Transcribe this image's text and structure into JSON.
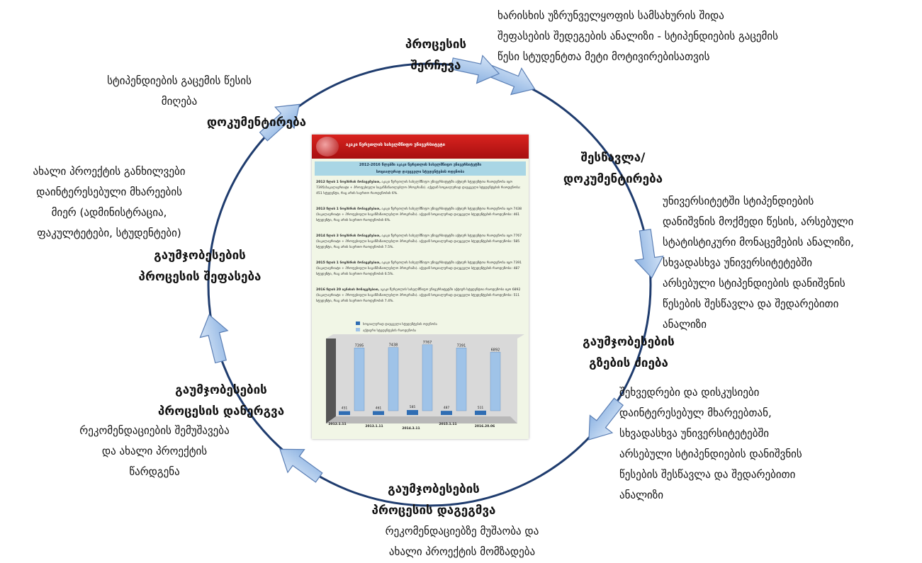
{
  "stages": [
    {
      "id": "selection",
      "lines": [
        "პროცესის",
        "შერჩევა"
      ]
    },
    {
      "id": "study",
      "lines": [
        "შესწავლა/",
        "დოკუმენტირება"
      ]
    },
    {
      "id": "search",
      "lines": [
        "გაუმჯობესების",
        "გზების ძიება"
      ]
    },
    {
      "id": "planning",
      "lines": [
        "გაუმჯობესების",
        "პროცესის დაგეგმვა"
      ]
    },
    {
      "id": "implementation",
      "lines": [
        "გაუმჯობესების",
        "პროცესის დანერგვა"
      ]
    },
    {
      "id": "evaluation",
      "lines": [
        "გაუმჯობესების",
        "პროცესის შეფასება"
      ]
    },
    {
      "id": "documentation",
      "lines": [
        "დოკუმენტირება"
      ]
    }
  ],
  "descriptions": {
    "top_right": [
      "ხარისხის უზრუნველყოფის სამსახურის შიდა",
      "შეფასების შედეგების ანალიზი - სტიპენდიების გაცემის",
      "წესი სტუდენტთა მეტი მოტივირებისათვის"
    ],
    "study": [
      "უნივერსიტეტში სტიპენდიების",
      "დანიშვნის მოქმედი წესის, არსებული",
      "სტატისტიკური მონაცემების ანალიზი,",
      "სხვადასხვა უნივერსიტეტებში",
      "არსებული სტიპენდიების დანიშვნის",
      "წესების შესწავლა და შედარებითი",
      "ანალიზი"
    ],
    "search": [
      "შეხვედრები და დისკუსიები",
      "დაინტერესებულ მხარეებთან,",
      "სხვადასხვა უნივერსიტეტებში",
      "არსებული სტიპენდიების დანიშვნის",
      "წესების შესწავლა და შედარებითი",
      "ანალიზი"
    ],
    "planning": [
      "რეკომენდაციებზე მუშაობა  და",
      "ახალი პროექტის  მომზადება"
    ],
    "implementation": [
      "რეკომენდაციების შემუშავება",
      "და ახალი პროექტის",
      "წარდგენა"
    ],
    "evaluation": [
      "ახალი პროექტის განხილვები",
      "დაინტერესებული მხარეების",
      "მიერ (ადმინისტრაცია,",
      "ფაკულტეტები, სტუდენტები)"
    ],
    "documentation": [
      "სტიპენდიების გაცემის წესის",
      "მიღება"
    ]
  },
  "document": {
    "header": "აკაკი წერეთლის სახელმწიფო უნივერსიტეტი",
    "title": [
      "2012-2016 წლებში აკაკი წერეთლის სახელმწიფო უნივერსიტეტში",
      "სოციალურად დაუცველი სტუდენტების ოდენობა"
    ],
    "paragraphs": [
      {
        "year_label": "2012 წლის 1 ნოემბრის მონაცემებით,",
        "text": "აკაკი წერეთლის სახელმწიფო უნივერსიტეტში აქტიურ სტუდენტთა რაოდენობა იყო 7395(ბაკალავრიატი + პროფესიული საგანმანათლებლო პროგრამა). აქედან სოციალურად დაუცველი სტუდენტების რაოდენობა: 451 სტუდენტი, რაც არის საერთო რაოდენობის 6%."
      },
      {
        "year_label": "2013 წლის 1 ნოემბრის მონაცემებით,",
        "text": "აკაკი წერეთლის სახელმწიფო უნივერსიტეტში აქტიურ სტუდენტთა რაოდენობა იყო 7438 (ბაკალავრიატი + პროფესიული საგანმანათლებლო პროგრამა). აქედან სოციალურად დაუცველი სტუდენტების რაოდენობა: 461 სტუდენტი, რაც არის საერთო რაოდენობის 6%."
      },
      {
        "year_label": "2014 წლის 3 ნოემბრის მონაცემებით,",
        "text": "აკაკი წერეთლის სახელმწიფო უნივერსიტეტში აქტიურ სტუდენტთა რაოდენობა იყო 7767 (ბაკალავრიატი + პროფესიული საგანმანათლებლო პროგრამა). აქედან სოციალურად დაუცველი სტუდენტების რაოდენობა: 585 სტუდენტი, რაც არის საერთო რაოდენობის 7.5%."
      },
      {
        "year_label": "2015 წლის 1 ნოემბრის მონაცემებით,",
        "text": "აკაკი წერეთლის სახელმწიფო უნივერსიტეტში აქტიურ სტუდენტთა რაოდენობა იყო 7391 (ბაკალავრიატი + პროფესიული საგანმანათლებლო პროგრამა). აქედან სოციალურად დაუცველი სტუდენტების რაოდენობა: 487 სტუდენტი, რაც არის საერთო რაოდენობის 6.5%."
      },
      {
        "year_label": "2016 წლის 20 ივნისის მონაცემებით,",
        "text": "აკაკი წერეთლის სახელმწიფო უნივერსიტეტში აქტიურ სტუდენტთა რაოდენობა იყო 6892 (ბაკალავრიატი + პროფესიული საგანმანათლებლო პროგრამა). აქედან სოციალურად დაუცველი სტუდენტების რაოდენობა: 511 სტუდენტი, რაც არის საერთო რაოდენობის 7.4%."
      }
    ]
  },
  "chart_data": {
    "type": "bar",
    "categories": [
      "2012.1.11",
      "2013.1.11",
      "2014.3.11",
      "2015.1.11",
      "2016.20.06"
    ],
    "series": [
      {
        "name": "სოციალურად დაუცველი სტუდენტების ოდენობა",
        "values": [
          451,
          461,
          585,
          487,
          511
        ],
        "color": "#2f6db3"
      },
      {
        "name": "აქტიური სტუდენტების რაოდენობა",
        "values": [
          7395,
          7438,
          7767,
          7391,
          6892
        ],
        "color": "#9fc3e8"
      }
    ],
    "ylim": [
      0,
      8000
    ],
    "legend": "top-left"
  }
}
